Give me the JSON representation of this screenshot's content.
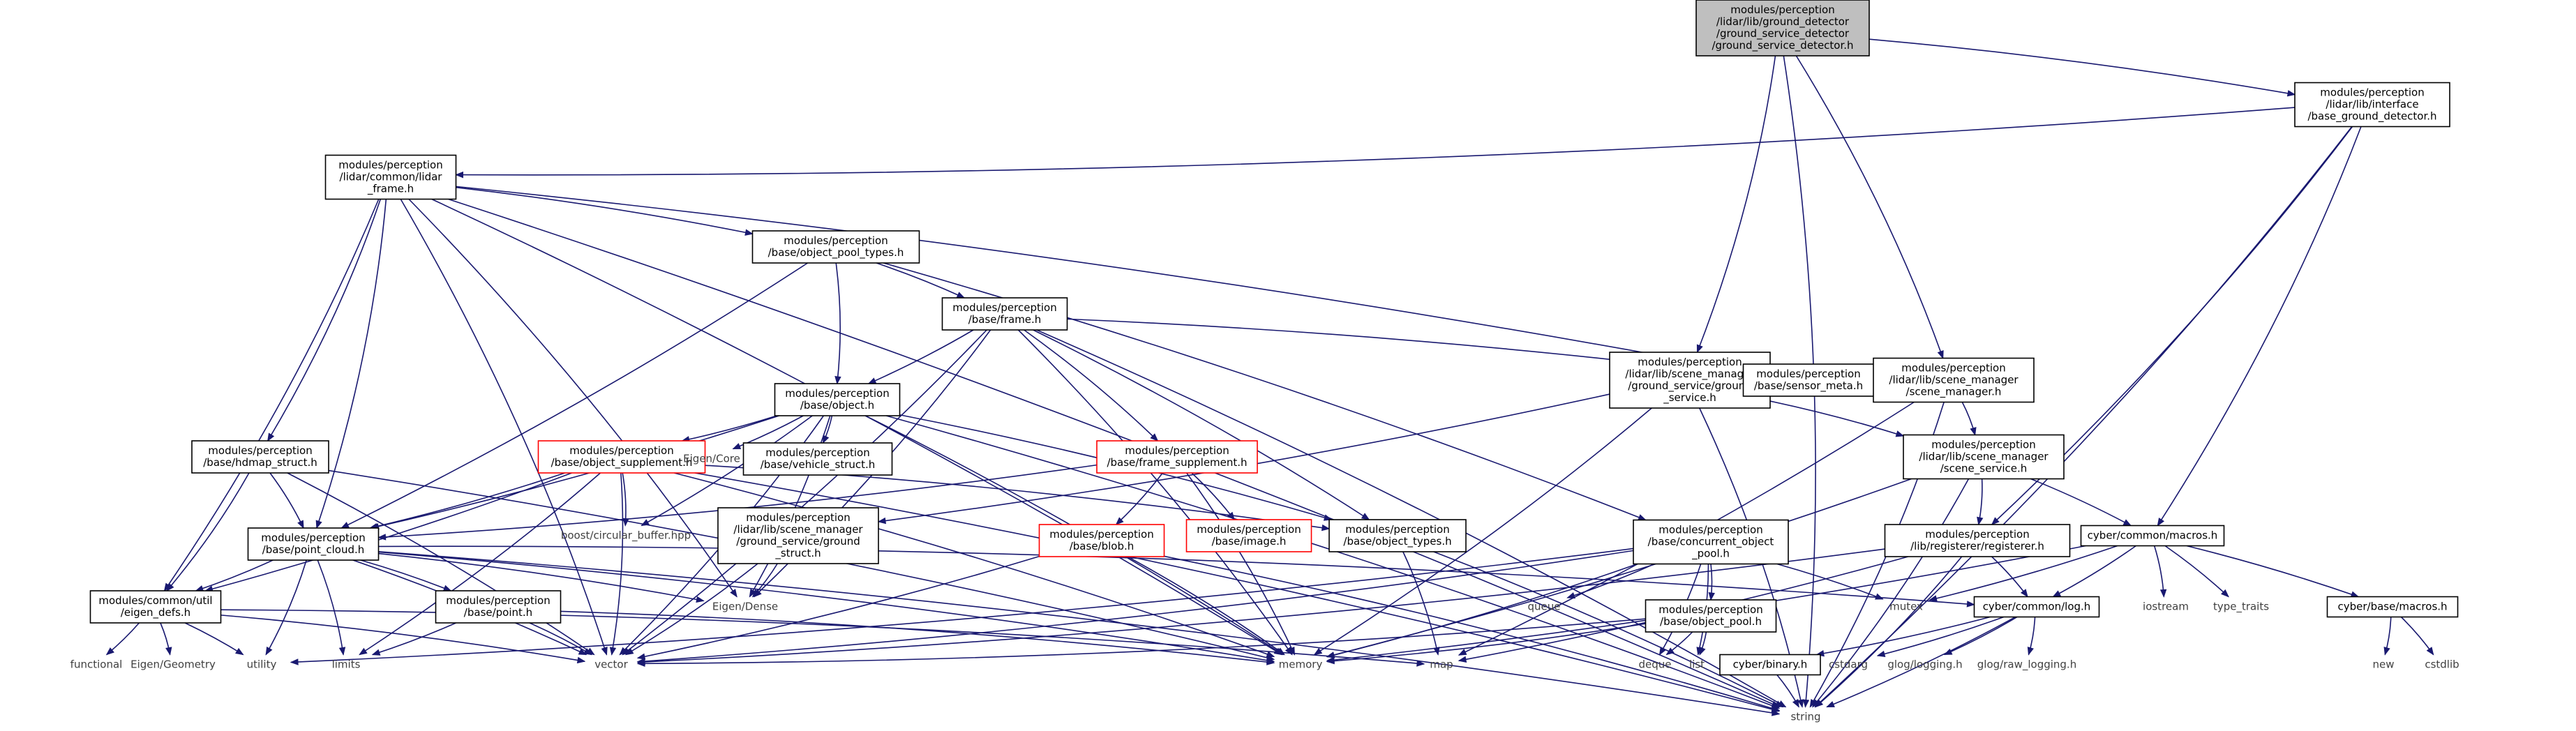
{
  "colors": {
    "edge": "#191970",
    "box_border": "#000000",
    "box_border_red": "#ff0000",
    "root_fill": "#bfbfbf",
    "box_fill": "#ffffff",
    "plain_text": "#404040"
  },
  "nodes": [
    {
      "id": "root",
      "kind": "root",
      "lines": [
        "modules/perception",
        "/lidar/lib/ground_detector",
        "/ground_service_detector",
        "/ground_service_detector.h"
      ]
    },
    {
      "id": "base_ground_detector",
      "kind": "box",
      "lines": [
        "modules/perception",
        "/lidar/lib/interface",
        "/base_ground_detector.h"
      ]
    },
    {
      "id": "lidar_frame",
      "kind": "box",
      "lines": [
        "modules/perception",
        "/lidar/common/lidar",
        "_frame.h"
      ]
    },
    {
      "id": "object_pool_types",
      "kind": "box",
      "lines": [
        "modules/perception",
        "/base/object_pool_types.h"
      ]
    },
    {
      "id": "frame",
      "kind": "box",
      "lines": [
        "modules/perception",
        "/base/frame.h"
      ]
    },
    {
      "id": "ground_service",
      "kind": "box",
      "lines": [
        "modules/perception",
        "/lidar/lib/scene_manager",
        "/ground_service/ground",
        "_service.h"
      ]
    },
    {
      "id": "sensor_meta",
      "kind": "box",
      "lines": [
        "modules/perception",
        "/base/sensor_meta.h"
      ]
    },
    {
      "id": "scene_manager",
      "kind": "box",
      "lines": [
        "modules/perception",
        "/lidar/lib/scene_manager",
        "/scene_manager.h"
      ]
    },
    {
      "id": "object",
      "kind": "box",
      "lines": [
        "modules/perception",
        "/base/object.h"
      ]
    },
    {
      "id": "hdmap_struct",
      "kind": "box",
      "lines": [
        "modules/perception",
        "/base/hdmap_struct.h"
      ]
    },
    {
      "id": "object_supplement",
      "kind": "red",
      "lines": [
        "modules/perception",
        "/base/object_supplement.h"
      ]
    },
    {
      "id": "eigen_core",
      "kind": "plain",
      "lines": [
        "Eigen/Core"
      ]
    },
    {
      "id": "vehicle_struct",
      "kind": "box",
      "lines": [
        "modules/perception",
        "/base/vehicle_struct.h"
      ]
    },
    {
      "id": "frame_supplement",
      "kind": "red",
      "lines": [
        "modules/perception",
        "/base/frame_supplement.h"
      ]
    },
    {
      "id": "scene_service",
      "kind": "box",
      "lines": [
        "modules/perception",
        "/lidar/lib/scene_manager",
        "/scene_service.h"
      ]
    },
    {
      "id": "point_cloud",
      "kind": "box",
      "lines": [
        "modules/perception",
        "/base/point_cloud.h"
      ]
    },
    {
      "id": "circular_buffer",
      "kind": "plain",
      "lines": [
        "boost/circular_buffer.hpp"
      ]
    },
    {
      "id": "ground_struct",
      "kind": "box",
      "lines": [
        "modules/perception",
        "/lidar/lib/scene_manager",
        "/ground_service/ground",
        "_struct.h"
      ]
    },
    {
      "id": "blob",
      "kind": "red",
      "lines": [
        "modules/perception",
        "/base/blob.h"
      ]
    },
    {
      "id": "image",
      "kind": "red",
      "lines": [
        "modules/perception",
        "/base/image.h"
      ]
    },
    {
      "id": "object_types",
      "kind": "box",
      "lines": [
        "modules/perception",
        "/base/object_types.h"
      ]
    },
    {
      "id": "concurrent_object_pool",
      "kind": "box",
      "lines": [
        "modules/perception",
        "/base/concurrent_object",
        "_pool.h"
      ]
    },
    {
      "id": "registerer",
      "kind": "box",
      "lines": [
        "modules/perception",
        "/lib/registerer/registerer.h"
      ]
    },
    {
      "id": "cyber_macros",
      "kind": "box",
      "lines": [
        "cyber/common/macros.h"
      ]
    },
    {
      "id": "eigen_defs",
      "kind": "box",
      "lines": [
        "modules/common/util",
        "/eigen_defs.h"
      ]
    },
    {
      "id": "point",
      "kind": "box",
      "lines": [
        "modules/perception",
        "/base/point.h"
      ]
    },
    {
      "id": "eigen_dense",
      "kind": "plain",
      "lines": [
        "Eigen/Dense"
      ]
    },
    {
      "id": "queue",
      "kind": "plain",
      "lines": [
        "queue"
      ]
    },
    {
      "id": "object_pool",
      "kind": "box",
      "lines": [
        "modules/perception",
        "/base/object_pool.h"
      ]
    },
    {
      "id": "mutex",
      "kind": "plain",
      "lines": [
        "mutex"
      ]
    },
    {
      "id": "cyber_log",
      "kind": "box",
      "lines": [
        "cyber/common/log.h"
      ]
    },
    {
      "id": "iostream",
      "kind": "plain",
      "lines": [
        "iostream"
      ]
    },
    {
      "id": "type_traits",
      "kind": "plain",
      "lines": [
        "type_traits"
      ]
    },
    {
      "id": "cyber_base_macros",
      "kind": "box",
      "lines": [
        "cyber/base/macros.h"
      ]
    },
    {
      "id": "functional",
      "kind": "plain",
      "lines": [
        "functional"
      ]
    },
    {
      "id": "eigen_geometry",
      "kind": "plain",
      "lines": [
        "Eigen/Geometry"
      ]
    },
    {
      "id": "utility",
      "kind": "plain",
      "lines": [
        "utility"
      ]
    },
    {
      "id": "limits",
      "kind": "plain",
      "lines": [
        "limits"
      ]
    },
    {
      "id": "vector",
      "kind": "plain",
      "lines": [
        "vector"
      ]
    },
    {
      "id": "memory",
      "kind": "plain",
      "lines": [
        "memory"
      ]
    },
    {
      "id": "map",
      "kind": "plain",
      "lines": [
        "map"
      ]
    },
    {
      "id": "deque",
      "kind": "plain",
      "lines": [
        "deque"
      ]
    },
    {
      "id": "list",
      "kind": "plain",
      "lines": [
        "list"
      ]
    },
    {
      "id": "cyber_binary",
      "kind": "box",
      "lines": [
        "cyber/binary.h"
      ]
    },
    {
      "id": "cstdarg",
      "kind": "plain",
      "lines": [
        "cstdarg"
      ]
    },
    {
      "id": "glog_logging",
      "kind": "plain",
      "lines": [
        "glog/logging.h"
      ]
    },
    {
      "id": "glog_raw_logging",
      "kind": "plain",
      "lines": [
        "glog/raw_logging.h"
      ]
    },
    {
      "id": "new",
      "kind": "plain",
      "lines": [
        "new"
      ]
    },
    {
      "id": "cstdlib",
      "kind": "plain",
      "lines": [
        "cstdlib"
      ]
    },
    {
      "id": "string",
      "kind": "plain",
      "lines": [
        "string"
      ]
    }
  ],
  "edges": [
    [
      "root",
      "string"
    ],
    [
      "root",
      "base_ground_detector"
    ],
    [
      "root",
      "ground_service"
    ],
    [
      "root",
      "scene_manager"
    ],
    [
      "base_ground_detector",
      "lidar_frame"
    ],
    [
      "base_ground_detector",
      "string"
    ],
    [
      "base_ground_detector",
      "registerer"
    ],
    [
      "base_ground_detector",
      "cyber_macros"
    ],
    [
      "lidar_frame",
      "object_pool_types"
    ],
    [
      "lidar_frame",
      "hdmap_struct"
    ],
    [
      "lidar_frame",
      "point_cloud"
    ],
    [
      "lidar_frame",
      "vector"
    ],
    [
      "lidar_frame",
      "string"
    ],
    [
      "lidar_frame",
      "eigen_dense"
    ],
    [
      "lidar_frame",
      "sensor_meta"
    ],
    [
      "lidar_frame",
      "memory"
    ],
    [
      "lidar_frame",
      "eigen_defs"
    ],
    [
      "object_pool_types",
      "frame"
    ],
    [
      "object_pool_types",
      "object"
    ],
    [
      "object_pool_types",
      "concurrent_object_pool"
    ],
    [
      "object_pool_types",
      "point_cloud"
    ],
    [
      "frame",
      "object"
    ],
    [
      "frame",
      "sensor_meta"
    ],
    [
      "frame",
      "frame_supplement"
    ],
    [
      "frame",
      "object_types"
    ],
    [
      "frame",
      "vector"
    ],
    [
      "frame",
      "memory"
    ],
    [
      "frame",
      "eigen_dense"
    ],
    [
      "frame",
      "string"
    ],
    [
      "object",
      "object_supplement"
    ],
    [
      "object",
      "eigen_core"
    ],
    [
      "object",
      "vehicle_struct"
    ],
    [
      "object",
      "circular_buffer"
    ],
    [
      "object",
      "object_types"
    ],
    [
      "object",
      "point_cloud"
    ],
    [
      "object",
      "vector"
    ],
    [
      "object",
      "memory"
    ],
    [
      "object",
      "string"
    ],
    [
      "object",
      "eigen_dense"
    ],
    [
      "ground_service",
      "scene_service"
    ],
    [
      "ground_service",
      "ground_struct"
    ],
    [
      "ground_service",
      "memory"
    ],
    [
      "ground_service",
      "string"
    ],
    [
      "scene_manager",
      "scene_service"
    ],
    [
      "scene_manager",
      "map"
    ],
    [
      "scene_manager",
      "string"
    ],
    [
      "hdmap_struct",
      "point_cloud"
    ],
    [
      "hdmap_struct",
      "eigen_defs"
    ],
    [
      "hdmap_struct",
      "vector"
    ],
    [
      "hdmap_struct",
      "memory"
    ],
    [
      "object_supplement",
      "point_cloud"
    ],
    [
      "object_supplement",
      "eigen_defs"
    ],
    [
      "object_supplement",
      "circular_buffer"
    ],
    [
      "object_supplement",
      "object_types"
    ],
    [
      "object_supplement",
      "memory"
    ],
    [
      "object_supplement",
      "vector"
    ],
    [
      "object_supplement",
      "string"
    ],
    [
      "object_supplement",
      "limits"
    ],
    [
      "frame_supplement",
      "blob"
    ],
    [
      "frame_supplement",
      "image"
    ],
    [
      "frame_supplement",
      "point_cloud"
    ],
    [
      "frame_supplement",
      "memory"
    ],
    [
      "scene_service",
      "registerer"
    ],
    [
      "scene_service",
      "cyber_macros"
    ],
    [
      "scene_service",
      "memory"
    ],
    [
      "scene_service",
      "string"
    ],
    [
      "point_cloud",
      "point"
    ],
    [
      "point_cloud",
      "eigen_defs"
    ],
    [
      "point_cloud",
      "vector"
    ],
    [
      "point_cloud",
      "memory"
    ],
    [
      "point_cloud",
      "limits"
    ],
    [
      "point_cloud",
      "utility"
    ],
    [
      "point_cloud",
      "string"
    ],
    [
      "point_cloud",
      "eigen_dense"
    ],
    [
      "point_cloud",
      "cyber_log"
    ],
    [
      "ground_struct",
      "eigen_dense"
    ],
    [
      "ground_struct",
      "vector"
    ],
    [
      "blob",
      "vector"
    ],
    [
      "blob",
      "memory"
    ],
    [
      "blob",
      "string"
    ],
    [
      "object_types",
      "map"
    ],
    [
      "object_types",
      "string"
    ],
    [
      "concurrent_object_pool",
      "queue"
    ],
    [
      "concurrent_object_pool",
      "object_pool"
    ],
    [
      "concurrent_object_pool",
      "mutex"
    ],
    [
      "concurrent_object_pool",
      "vector"
    ],
    [
      "concurrent_object_pool",
      "memory"
    ],
    [
      "concurrent_object_pool",
      "deque"
    ],
    [
      "concurrent_object_pool",
      "list"
    ],
    [
      "concurrent_object_pool",
      "utility"
    ],
    [
      "registerer",
      "cyber_log"
    ],
    [
      "registerer",
      "map"
    ],
    [
      "registerer",
      "string"
    ],
    [
      "registerer",
      "vector"
    ],
    [
      "cyber_macros",
      "cyber_base_macros"
    ],
    [
      "cyber_macros",
      "iostream"
    ],
    [
      "cyber_macros",
      "type_traits"
    ],
    [
      "cyber_macros",
      "memory"
    ],
    [
      "cyber_macros",
      "mutex"
    ],
    [
      "cyber_macros",
      "cyber_log"
    ],
    [
      "eigen_defs",
      "functional"
    ],
    [
      "eigen_defs",
      "eigen_geometry"
    ],
    [
      "eigen_defs",
      "utility"
    ],
    [
      "eigen_defs",
      "vector"
    ],
    [
      "eigen_defs",
      "map"
    ],
    [
      "point",
      "vector"
    ],
    [
      "point",
      "limits"
    ],
    [
      "point",
      "memory"
    ],
    [
      "object_pool",
      "deque"
    ],
    [
      "object_pool",
      "list"
    ],
    [
      "object_pool",
      "memory"
    ],
    [
      "object_pool",
      "vector"
    ],
    [
      "cyber_log",
      "cstdarg"
    ],
    [
      "cyber_log",
      "glog_logging"
    ],
    [
      "cyber_log",
      "glog_raw_logging"
    ],
    [
      "cyber_log",
      "cyber_binary"
    ],
    [
      "cyber_log",
      "string"
    ],
    [
      "cyber_binary",
      "string"
    ],
    [
      "cyber_base_macros",
      "new"
    ],
    [
      "cyber_base_macros",
      "cstdlib"
    ]
  ]
}
